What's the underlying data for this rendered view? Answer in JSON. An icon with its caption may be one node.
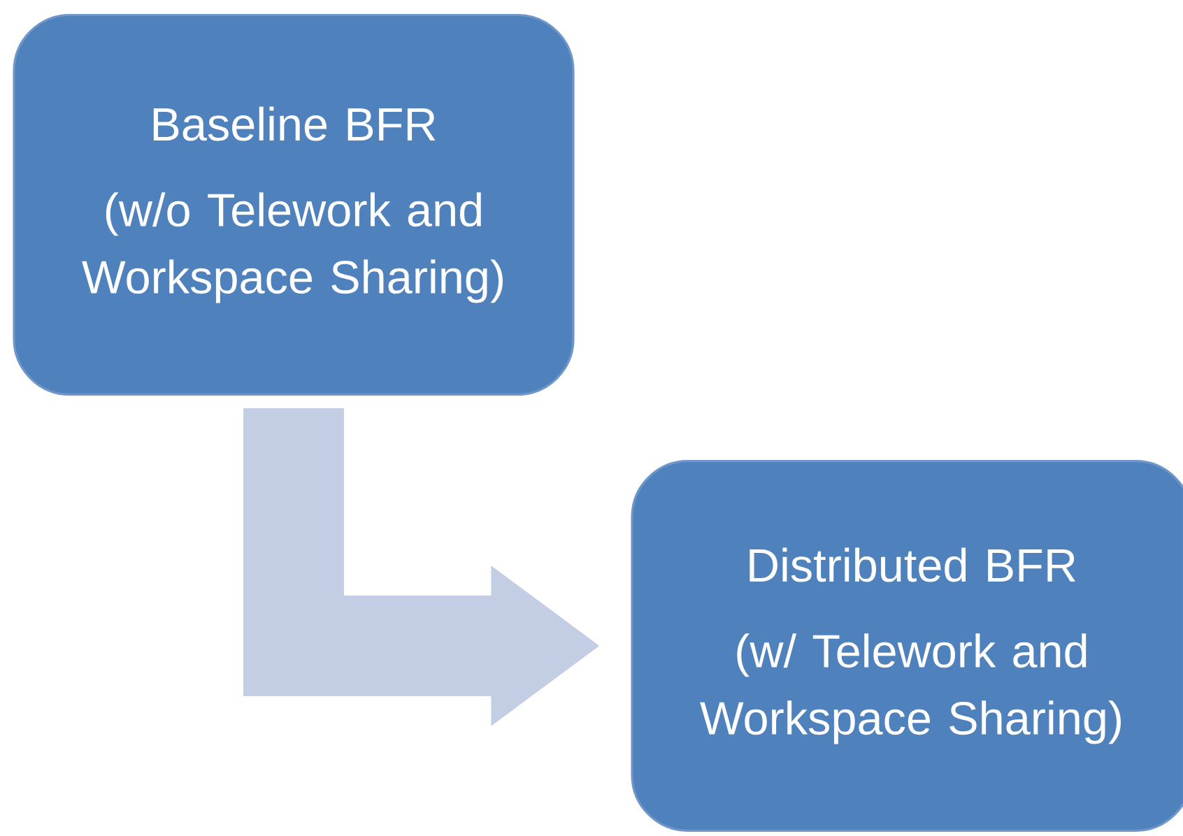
{
  "diagram": {
    "nodes": [
      {
        "text": [
          "Baseline BFR",
          "(w/o Telework and Workspace Sharing)"
        ]
      },
      {
        "text": [
          "Distributed BFR",
          "(w/ Telework and Workspace Sharing)"
        ]
      }
    ],
    "edges": [
      {
        "from": 0,
        "to": 1,
        "arrow": "to"
      }
    ]
  }
}
